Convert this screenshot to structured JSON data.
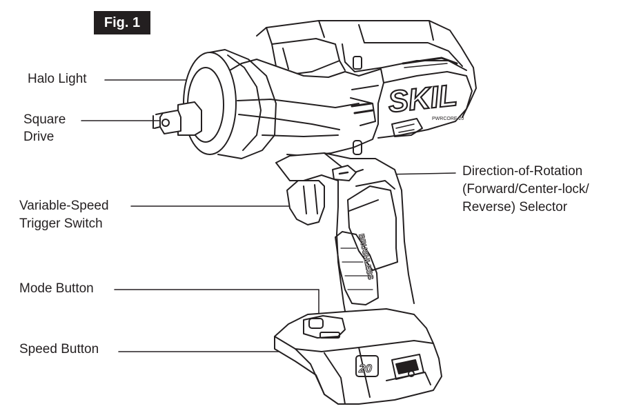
{
  "figure": {
    "badge": "Fig. 1"
  },
  "callouts": {
    "halo_light": "Halo Light",
    "square_drive_1": "Square",
    "square_drive_2": "Drive",
    "trigger_1": "Variable-Speed",
    "trigger_2": "Trigger Switch",
    "mode_button": "Mode Button",
    "speed_button": "Speed Button",
    "direction_1": "Direction-of-Rotation",
    "direction_2": "(Forward/Center-lock/",
    "direction_3": "Reverse) Selector"
  },
  "tool_markings": {
    "brand": "SKIL",
    "model_badge": "PWRCORE 20",
    "motor": "BRUSHLESS",
    "battery_voltage": "20"
  }
}
